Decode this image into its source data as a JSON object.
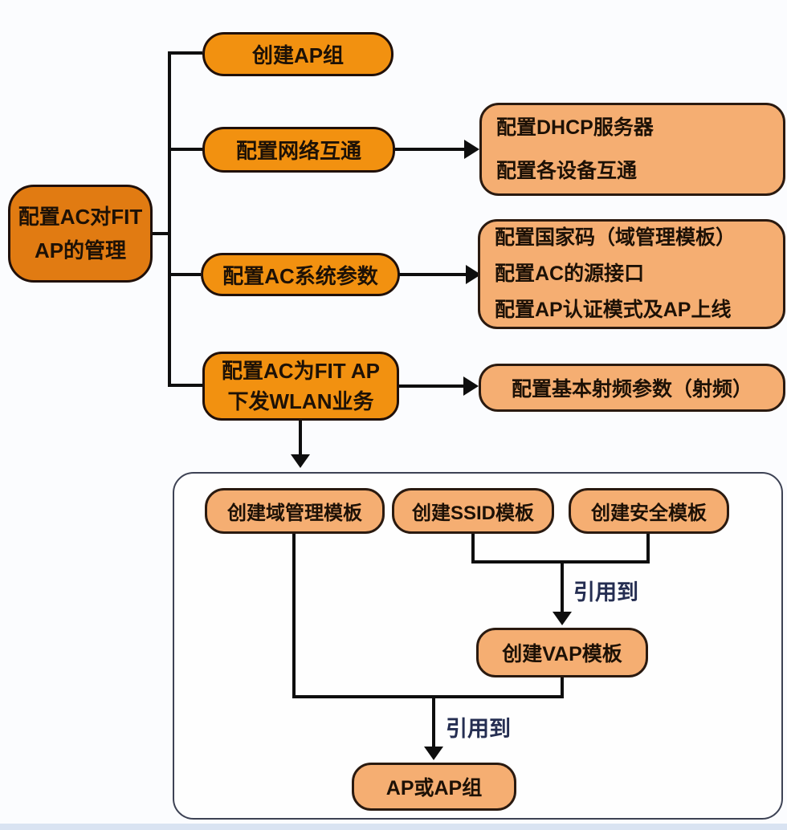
{
  "colors": {
    "root_fill": "#e17b12",
    "branch_fill": "#f29110",
    "light_fill": "#f5ae72",
    "line": "#0e0e0e",
    "box_text": "#1d1106",
    "ref_label": "#252e52",
    "container_border": "#3d4254",
    "container_fill": "#fefefe",
    "page_bg": "#fbfcfe",
    "bottom_strip": "#d9e3f2"
  },
  "root": {
    "line1": "配置AC对FIT",
    "line2": "AP的管理"
  },
  "branches": {
    "create_ap_group": {
      "label": "创建AP组"
    },
    "network": {
      "label": "配置网络互通"
    },
    "ac_system": {
      "label": "配置AC系统参数"
    },
    "wlan": {
      "line1": "配置AC为FIT AP",
      "line2": "下发WLAN业务"
    }
  },
  "targets": {
    "network_lines": [
      "配置DHCP服务器",
      "配置各设备互通"
    ],
    "ac_system_lines": [
      "配置国家码（域管理模板）",
      "配置AC的源接口",
      "配置AP认证模式及AP上线"
    ],
    "wlan_line": "配置基本射频参数（射频）"
  },
  "wlan_panel": {
    "domain_template": "创建域管理模板",
    "ssid_template": "创建SSID模板",
    "security_template": "创建安全模板",
    "vap_template": "创建VAP模板",
    "ap_node": "AP或AP组",
    "ref_to_vap": "引用到",
    "ref_to_ap": "引用到"
  }
}
